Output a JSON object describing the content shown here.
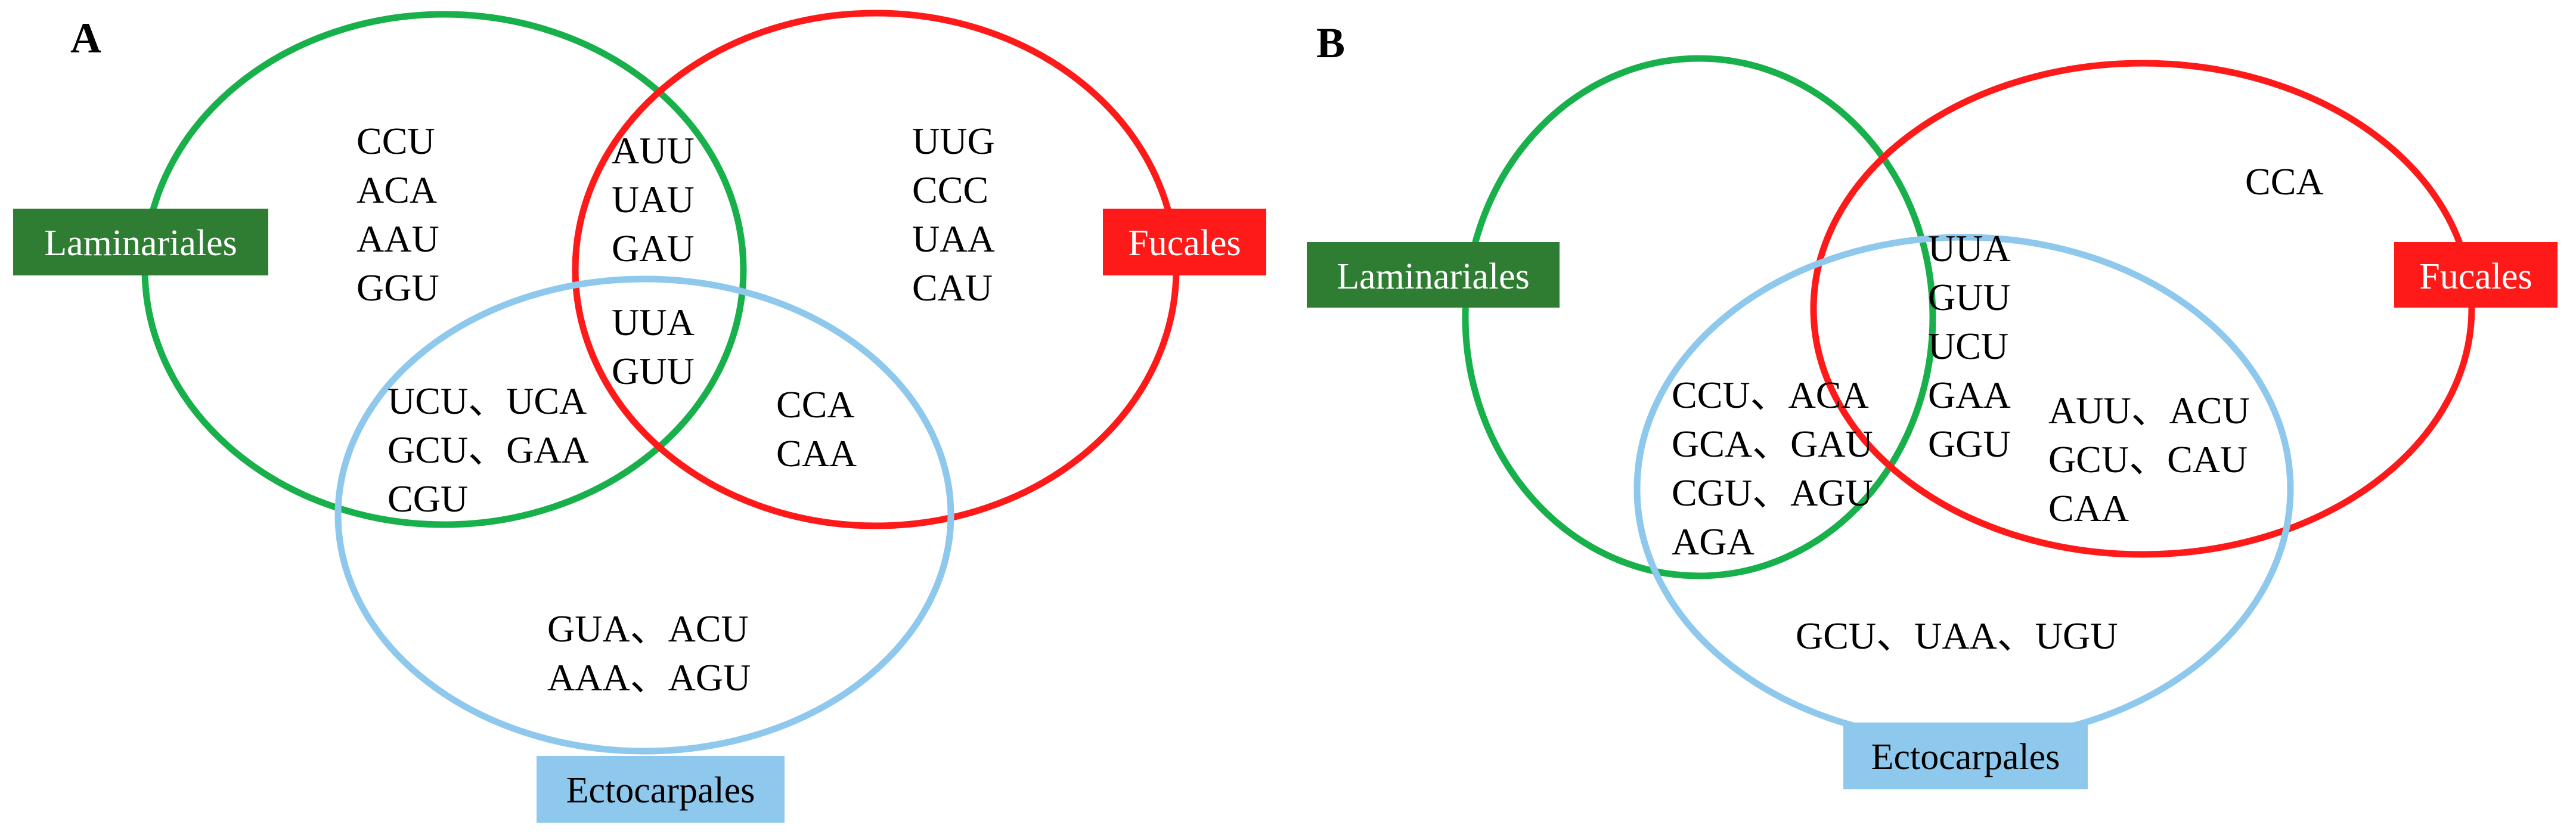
{
  "colors": {
    "laminariales_circle": "#18b04a",
    "laminariales_box": "#2e7d32",
    "fucales": "#ff1a1a",
    "ectocarpales": "#8ec8ec",
    "text": "#000000"
  },
  "panels": [
    {
      "letter": "A",
      "labels": {
        "laminariales": "Laminariales",
        "fucales": "Fucales",
        "ectocarpales": "Ectocarpales"
      },
      "regions": {
        "laminariales_only": [
          "CCU",
          "ACA",
          "AAU",
          "GGU"
        ],
        "laminariales_fucales": [
          "AUU",
          "UAU",
          "GAU"
        ],
        "all_three": [
          "UUA",
          "GUU"
        ],
        "fucales_only": [
          "UUG",
          "CCC",
          "UAA",
          "CAU"
        ],
        "laminariales_ectocarpales": [
          "UCU、UCA",
          "GCU、GAA",
          "CGU"
        ],
        "fucales_ectocarpales": [
          "CCA",
          "CAA"
        ],
        "ectocarpales_only": [
          "GUA、ACU",
          "AAA、AGU"
        ]
      }
    },
    {
      "letter": "B",
      "labels": {
        "laminariales": "Laminariales",
        "fucales": "Fucales",
        "ectocarpales": "Ectocarpales"
      },
      "regions": {
        "fucales_only": [
          "CCA"
        ],
        "all_three": [
          "UUA",
          "GUU",
          "UCU",
          "GAA",
          "GGU"
        ],
        "laminariales_ectocarpales": [
          "CCU、ACA",
          "GCA、GAU",
          "CGU、AGU",
          "AGA"
        ],
        "fucales_ectocarpales": [
          "AUU、ACU",
          "GCU、CAU",
          "CAA"
        ],
        "ectocarpales_only": [
          "GCU、UAA、UGU"
        ]
      }
    }
  ]
}
